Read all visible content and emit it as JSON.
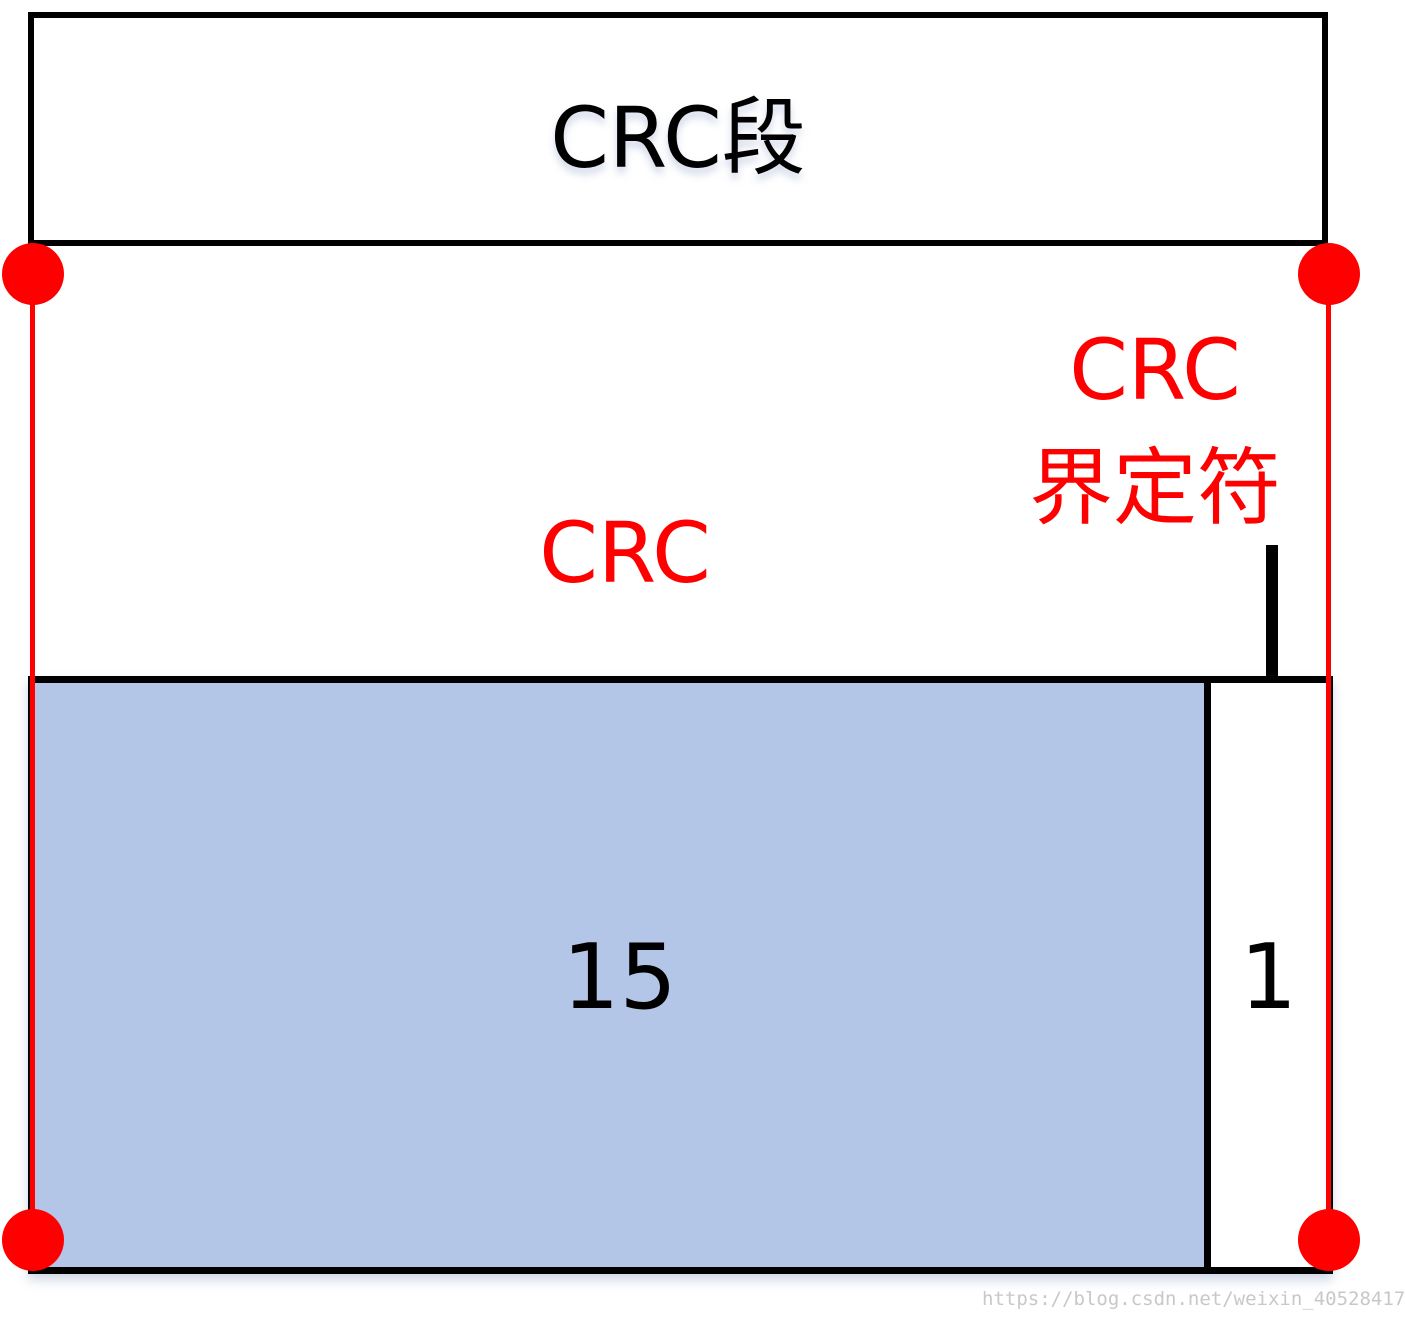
{
  "segment": {
    "title": "CRC段"
  },
  "labels": {
    "crc_main": "CRC",
    "delimiter_line1": "CRC",
    "delimiter_line2": "界定符"
  },
  "fields": {
    "crc_bits": "15",
    "delimiter_bits": "1"
  },
  "watermark": "https://blog.csdn.net/weixin_40528417",
  "colors": {
    "accent_red": "#ff0000",
    "field_fill": "#b4c6e7",
    "outline": "#000000"
  },
  "icons": {
    "pointer": "arrow-down-icon"
  }
}
